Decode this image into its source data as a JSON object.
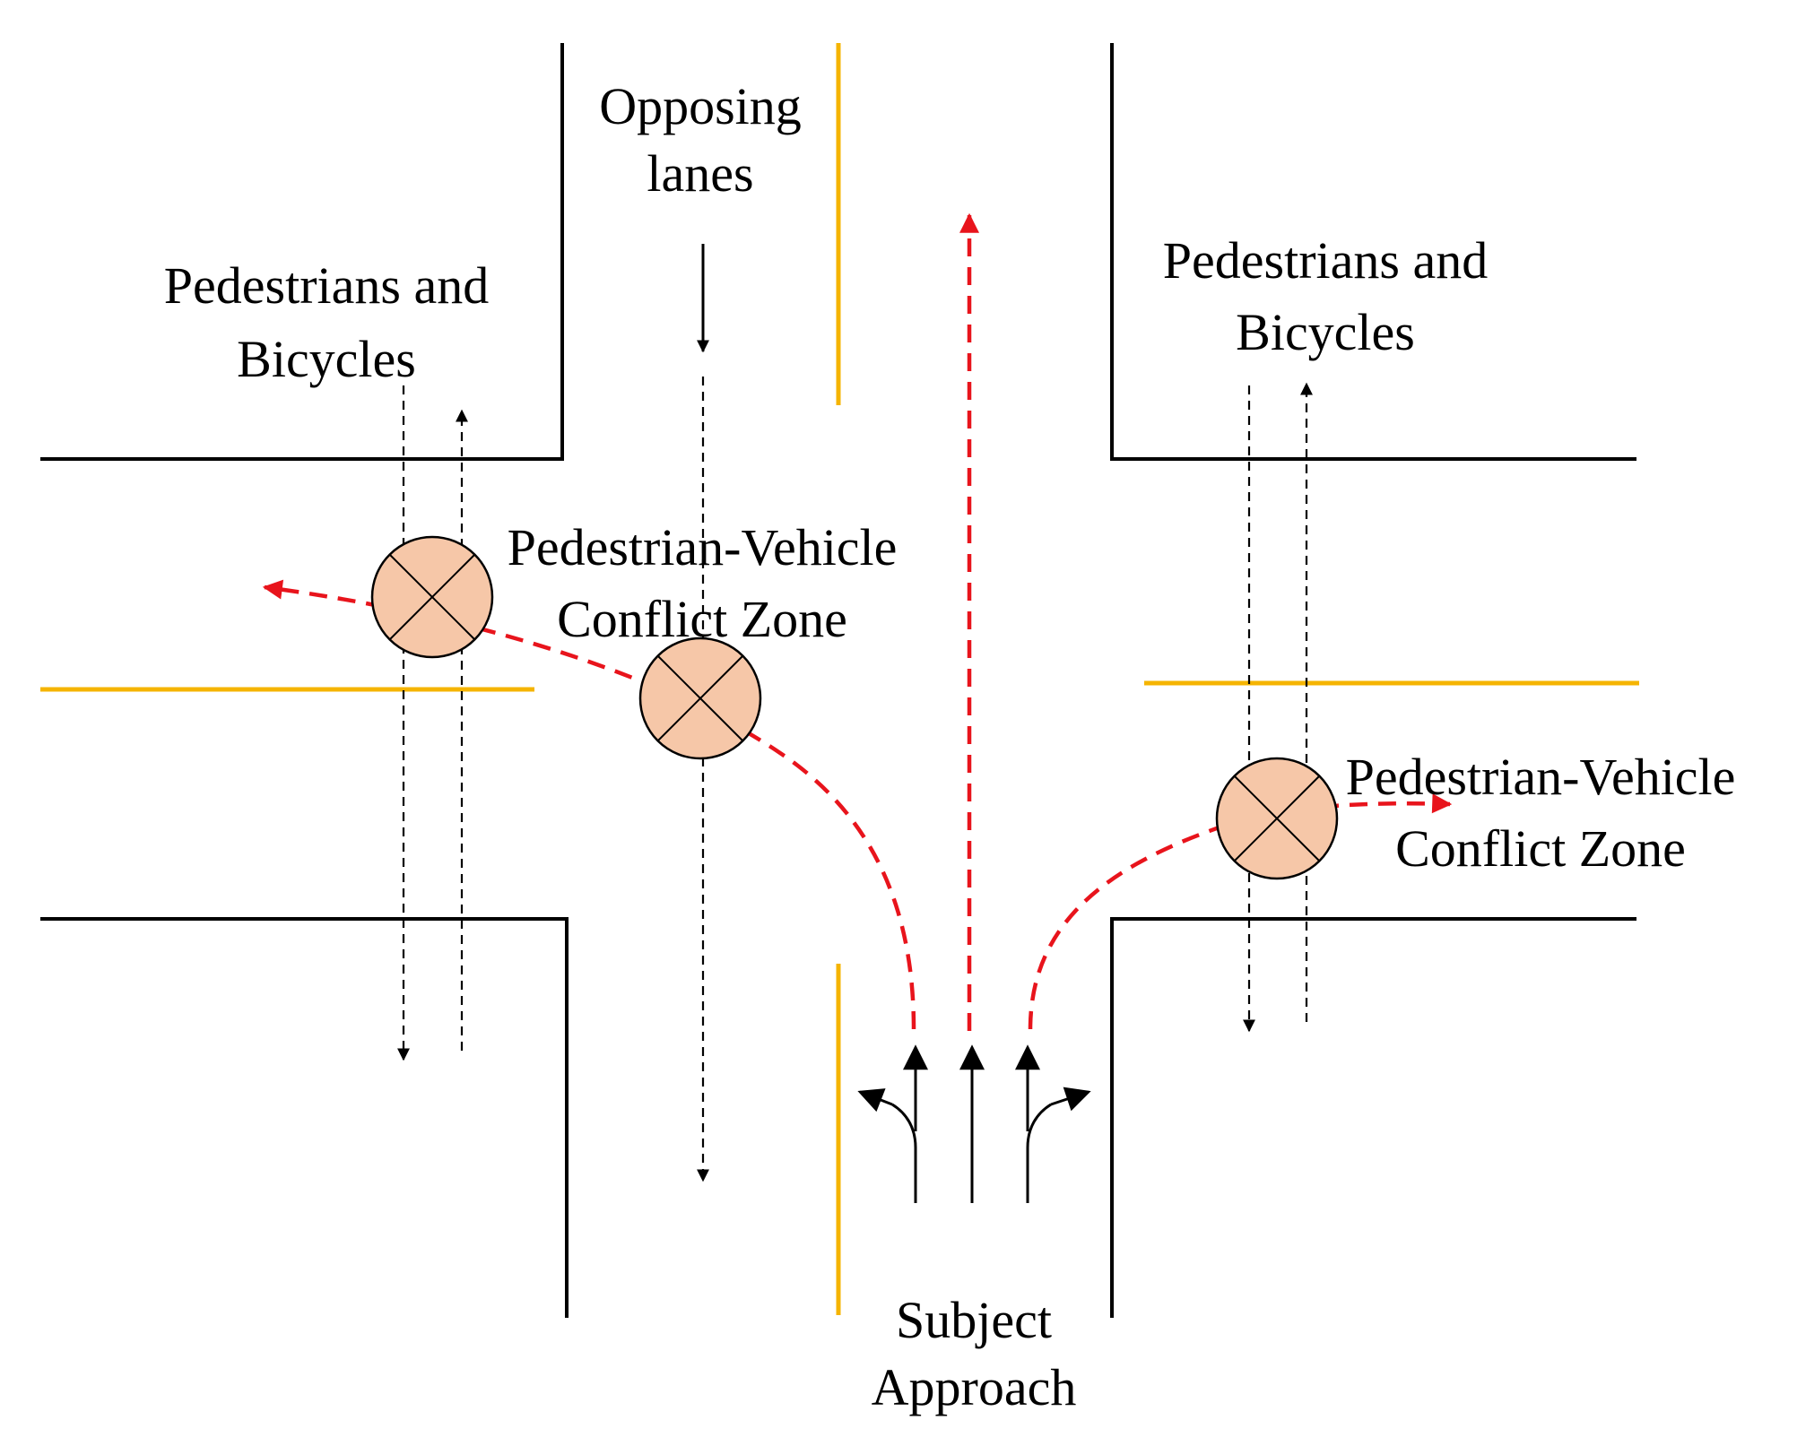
{
  "labels": {
    "opposing_line1": "Opposing",
    "opposing_line2": "lanes",
    "ped_left_line1": "Pedestrians and",
    "ped_left_line2": "Bicycles",
    "ped_right_line1": "Pedestrians and",
    "ped_right_line2": "Bicycles",
    "conflict_left_line1": "Pedestrian-Vehicle",
    "conflict_left_line2": "Conflict Zone",
    "conflict_right_line1": "Pedestrian-Vehicle",
    "conflict_right_line2": "Conflict Zone",
    "subject_line1": "Subject",
    "subject_line2": "Approach"
  },
  "colors": {
    "curb": "#000000",
    "centerline": "#f5b400",
    "vehicle_path": "#e8141c",
    "pedestrian_path": "#000000",
    "conflict_zone_fill": "#f6c7a8"
  }
}
